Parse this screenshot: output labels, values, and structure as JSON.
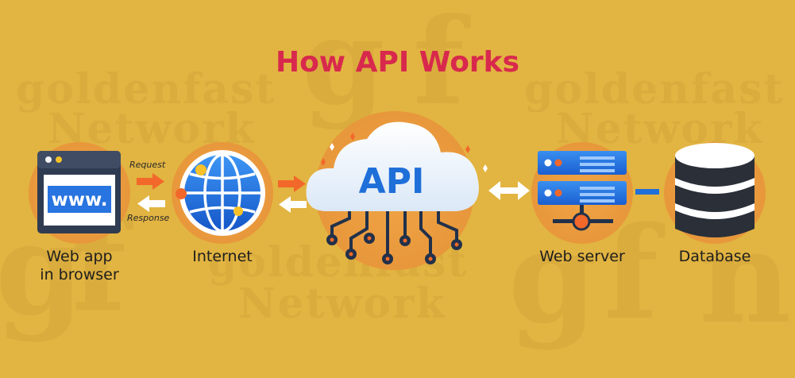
{
  "title": "How API Works",
  "watermark": {
    "brand_word": "goldenfast",
    "network_word": "Network",
    "letters": [
      "g",
      "f",
      "n"
    ]
  },
  "nodes": {
    "browser": {
      "icon_text": "www.",
      "label_line1": "Web app",
      "label_line2": "in browser"
    },
    "internet": {
      "label": "Internet"
    },
    "api": {
      "icon_text": "API"
    },
    "server": {
      "label": "Web server"
    },
    "database": {
      "label": "Database"
    }
  },
  "flows": {
    "request": "Request",
    "response": "Response"
  },
  "colors": {
    "background": "#e2b441",
    "title": "#d8294d",
    "halo": "#eb9b3f",
    "blue": "#1f6fd9",
    "arrow_orange": "#f2682a",
    "arrow_white": "#ffffff"
  }
}
